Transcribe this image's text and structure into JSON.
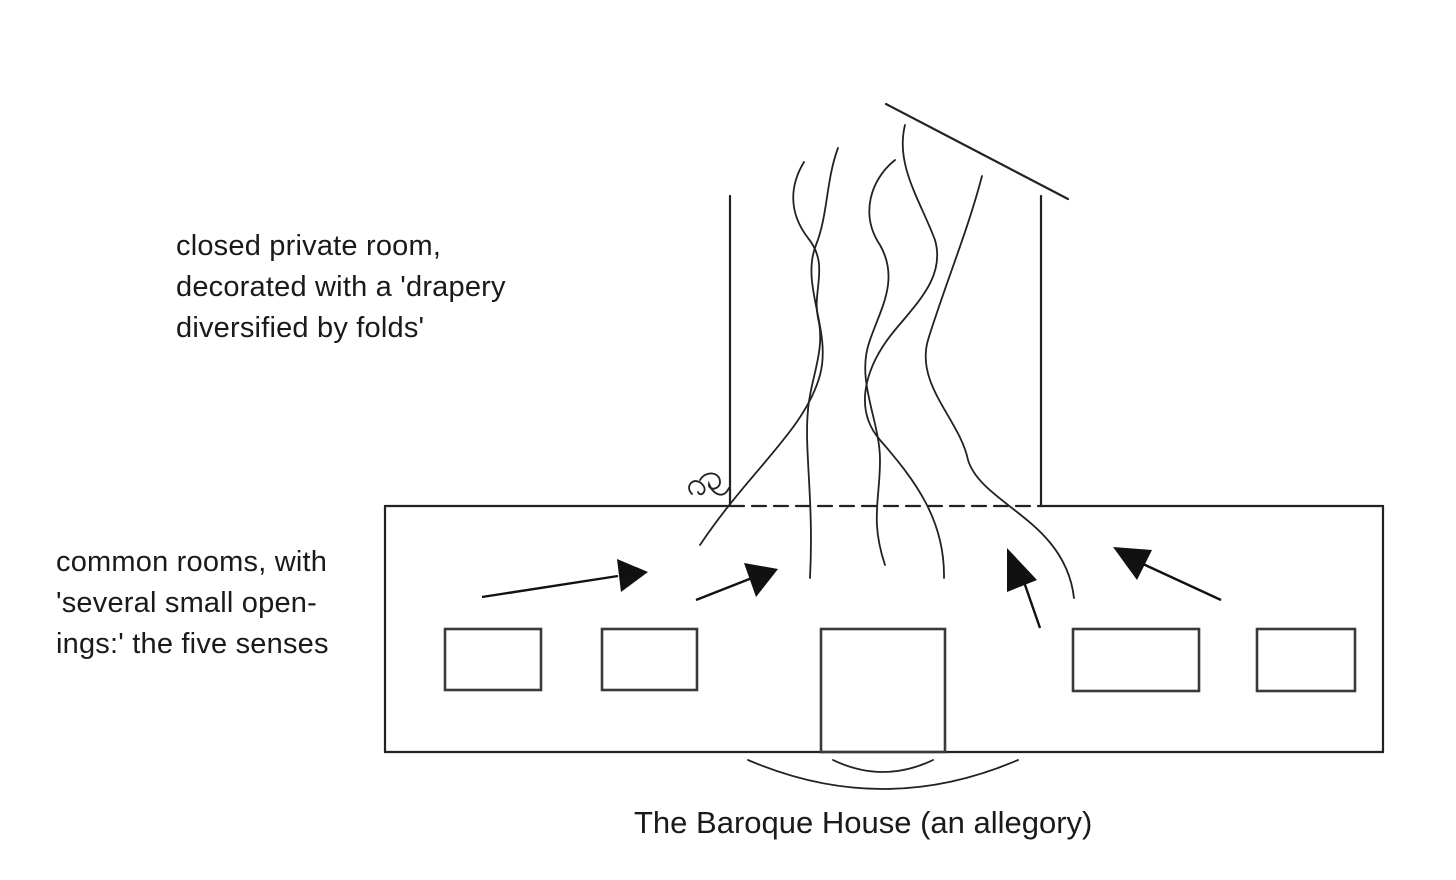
{
  "diagram": {
    "upper_label": "closed private room,\ndecorated with a 'drapery\ndiversified by folds'",
    "lower_label": "common rooms, with\n'several small open-\nings:' the five senses",
    "caption": "The Baroque House (an allegory)"
  },
  "colors": {
    "line": "#222222",
    "background": "#ffffff"
  }
}
